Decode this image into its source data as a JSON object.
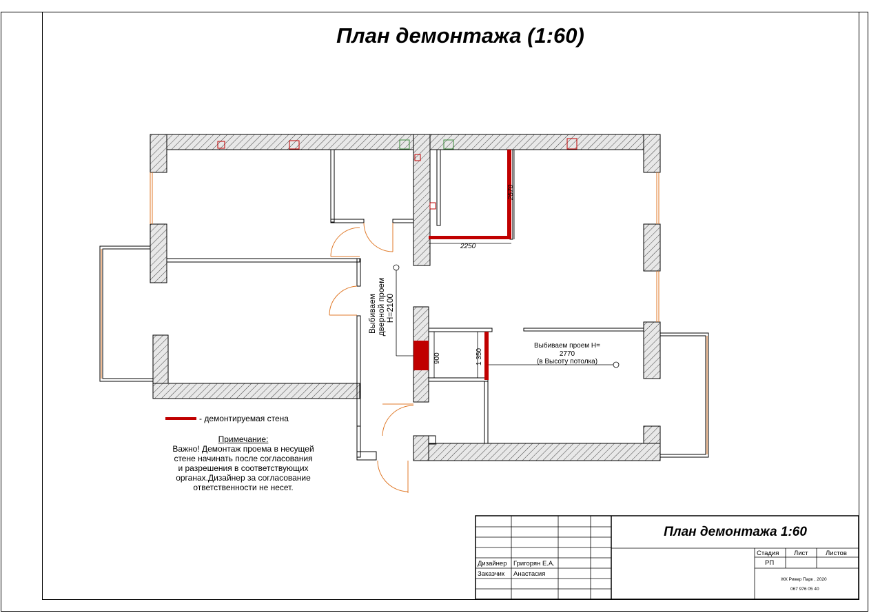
{
  "title": "План демонтажа (1:60)",
  "annotations": {
    "door_opening_line1": "Выбиваем",
    "door_opening_line2": "дверной проем",
    "door_opening_line3": "H=2100",
    "opening_line1": "Выбиваем проем H=",
    "opening_line2": "2770",
    "opening_line3": "(в Высоту потолка)",
    "dim_2570": "2570",
    "dim_2250": "2250",
    "dim_900": "900",
    "dim_1350": "1 350"
  },
  "legend": {
    "label": "- демонтируемая стена",
    "color": "#c00000"
  },
  "note": {
    "title": "Примечание:",
    "line1": "Важно! Демонтаж проема в несущей",
    "line2": "стене начинать после согласования",
    "line3": "и разрешения в соответствующих",
    "line4": "органах.Дизайнер за согласование",
    "line5": "ответственности не несет."
  },
  "stamp": {
    "title": "План демонтажа 1:60",
    "designer_label": "Дизайнер",
    "designer_name": "Григорян Е.А.",
    "customer_label": "Заказчик",
    "customer_name": "Анастасия",
    "stage_label": "Стадия",
    "sheet_label": "Лист",
    "sheets_label": "Листов",
    "stage_value": "РП",
    "project": "ЖК Ривер Парк , 2020",
    "phone": "067 976 05 40"
  },
  "colors": {
    "demolished": "#c00000",
    "door": "#e07a2a",
    "hatch": "#555555"
  }
}
